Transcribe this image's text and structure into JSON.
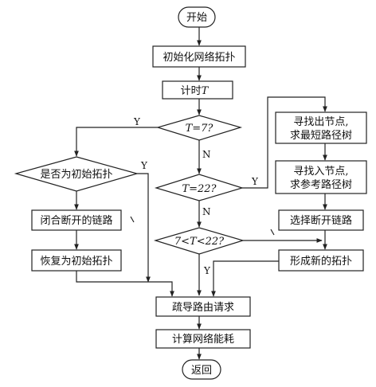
{
  "nodes": {
    "start": "开始",
    "init_topology": "初始化网络拓扑",
    "timer": "计时",
    "timer_var": "T",
    "decision_t7": "T=7?",
    "decision_initial": "是否为初始拓扑",
    "decision_t22": "T=22?",
    "decision_range": "7<T<22?",
    "close_links": "闭合断开的链路",
    "restore_initial": "恢复为初始拓扑",
    "find_out_line1": "寻找出节点,",
    "find_out_line2": "求最短路径树",
    "find_in_line1": "寻找入节点,",
    "find_in_line2": "求参考路径树",
    "select_break": "选择断开链路",
    "new_topology": "形成新的拓扑",
    "route_requests": "疏导路由请求",
    "compute_energy": "计算网络能耗",
    "return": "返回"
  },
  "edge_labels": {
    "yes": "Y",
    "no": "N"
  }
}
